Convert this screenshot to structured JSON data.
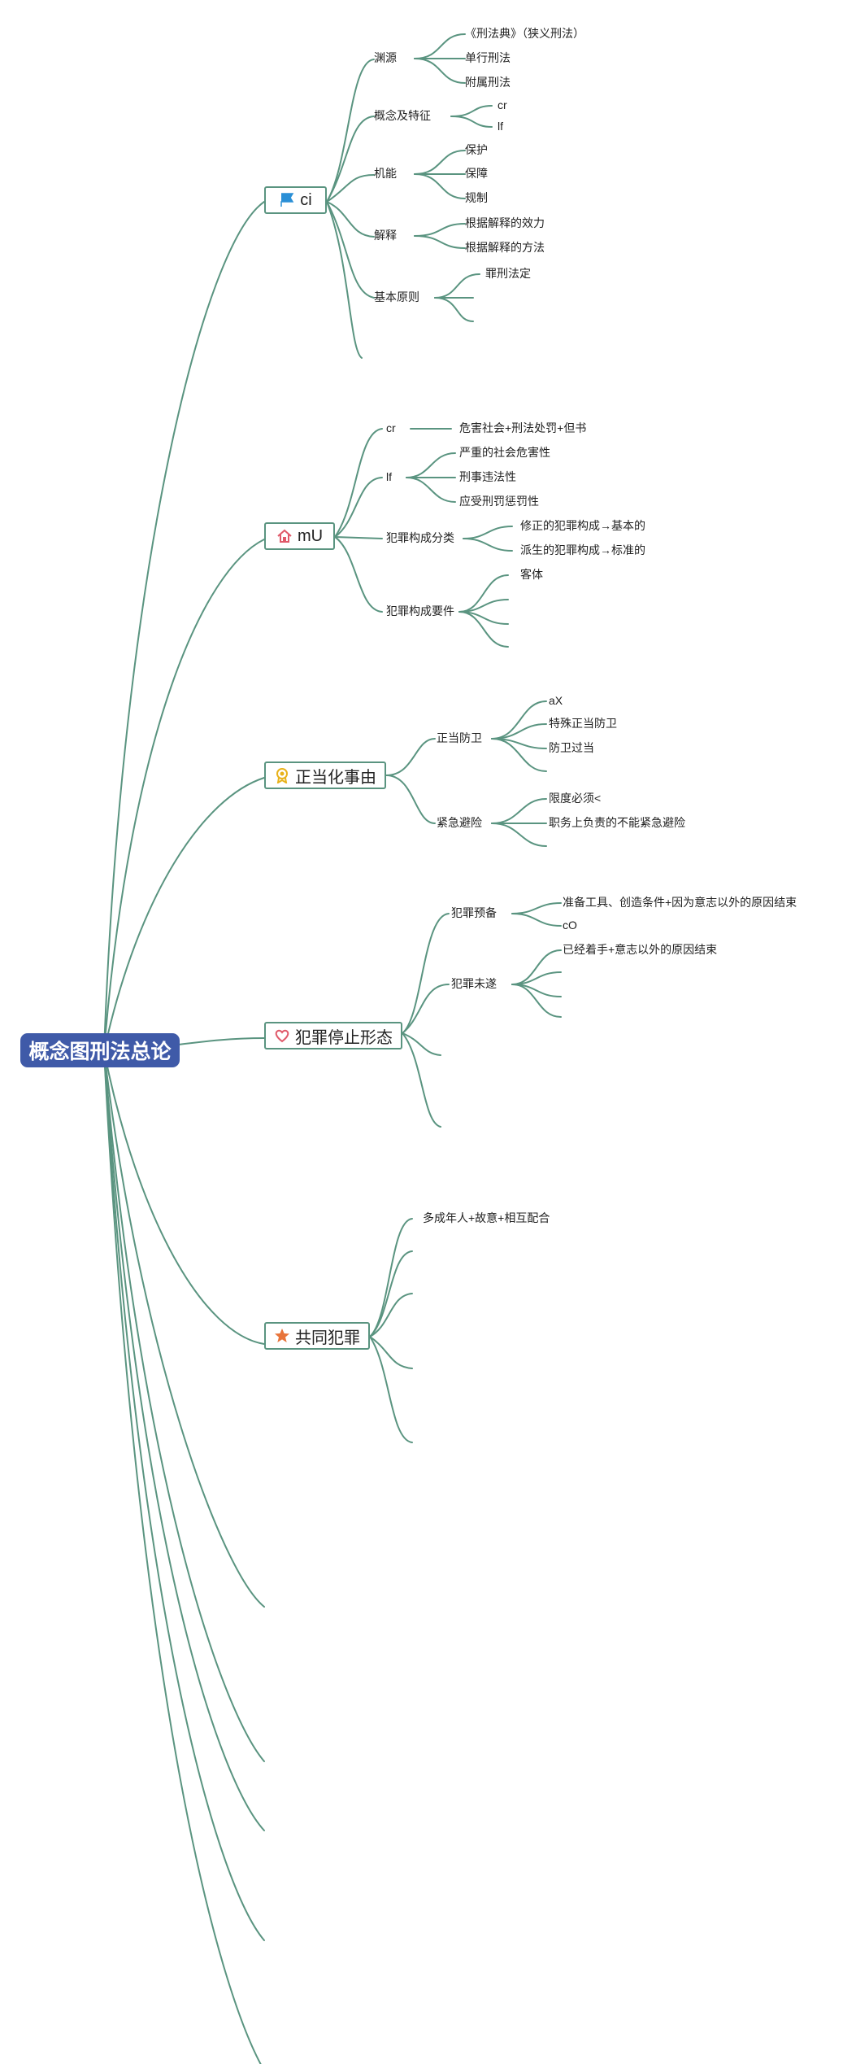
{
  "root": {
    "label": "概念图刑法总论"
  },
  "branches": {
    "b1": {
      "label": "ci",
      "icon": "flag-icon",
      "sub": {
        "s1": {
          "label": "渊源",
          "items": [
            "《刑法典》（狭义刑法）",
            "单行刑法",
            "附属刑法"
          ]
        },
        "s2": {
          "label": "概念及特征",
          "items": [
            "cr",
            "lf"
          ]
        },
        "s3": {
          "label": "机能",
          "items": [
            "保护",
            "保障",
            "规制"
          ]
        },
        "s4": {
          "label": "解释",
          "items": [
            "根据解释的效力",
            "根据解释的方法"
          ]
        },
        "s5": {
          "label": "基本原则",
          "items": [
            "罪刑法定"
          ]
        }
      }
    },
    "b2": {
      "label": "mU",
      "icon": "house-icon",
      "sub": {
        "s1": {
          "label": "cr",
          "items": [
            "危害社会+刑法处罚+但书"
          ]
        },
        "s2": {
          "label": "lf",
          "items": [
            "严重的社会危害性",
            "刑事违法性",
            "应受刑罚惩罚性"
          ]
        },
        "s3": {
          "label": "犯罪构成分类",
          "items": [
            "修正的犯罪构成→基本的",
            "派生的犯罪构成→标准的"
          ]
        },
        "s4": {
          "label": "犯罪构成要件",
          "items": [
            "客体"
          ]
        }
      }
    },
    "b3": {
      "label": "正当化事由",
      "icon": "badge-icon",
      "sub": {
        "s1": {
          "label": "正当防卫",
          "items": [
            "aX",
            "特殊正当防卫",
            "防卫过当"
          ]
        },
        "s2": {
          "label": "紧急避险",
          "items": [
            "限度必须<",
            "职务上负责的不能紧急避险"
          ]
        }
      }
    },
    "b4": {
      "label": "犯罪停止形态",
      "icon": "heart-icon",
      "sub": {
        "s1": {
          "label": "犯罪预备",
          "items": [
            "准备工具、创造条件+因为意志以外的原因结束",
            "cO"
          ]
        },
        "s2": {
          "label": "犯罪未遂",
          "items": [
            "已经着手+意志以外的原因结束"
          ]
        }
      }
    },
    "b5": {
      "label": "共同犯罪",
      "icon": "star-icon",
      "items": [
        "多成年人+故意+相互配合"
      ]
    }
  },
  "colors": {
    "line": "#5a9480",
    "root_bg": "#3f5aa8",
    "root_text": "#ffffff",
    "node_border": "#5a9480",
    "flag": "#2a8fd6",
    "house": "#e05a6a",
    "badge": "#e8b21a",
    "heart": "#e05a6a",
    "star": "#e8743a"
  }
}
